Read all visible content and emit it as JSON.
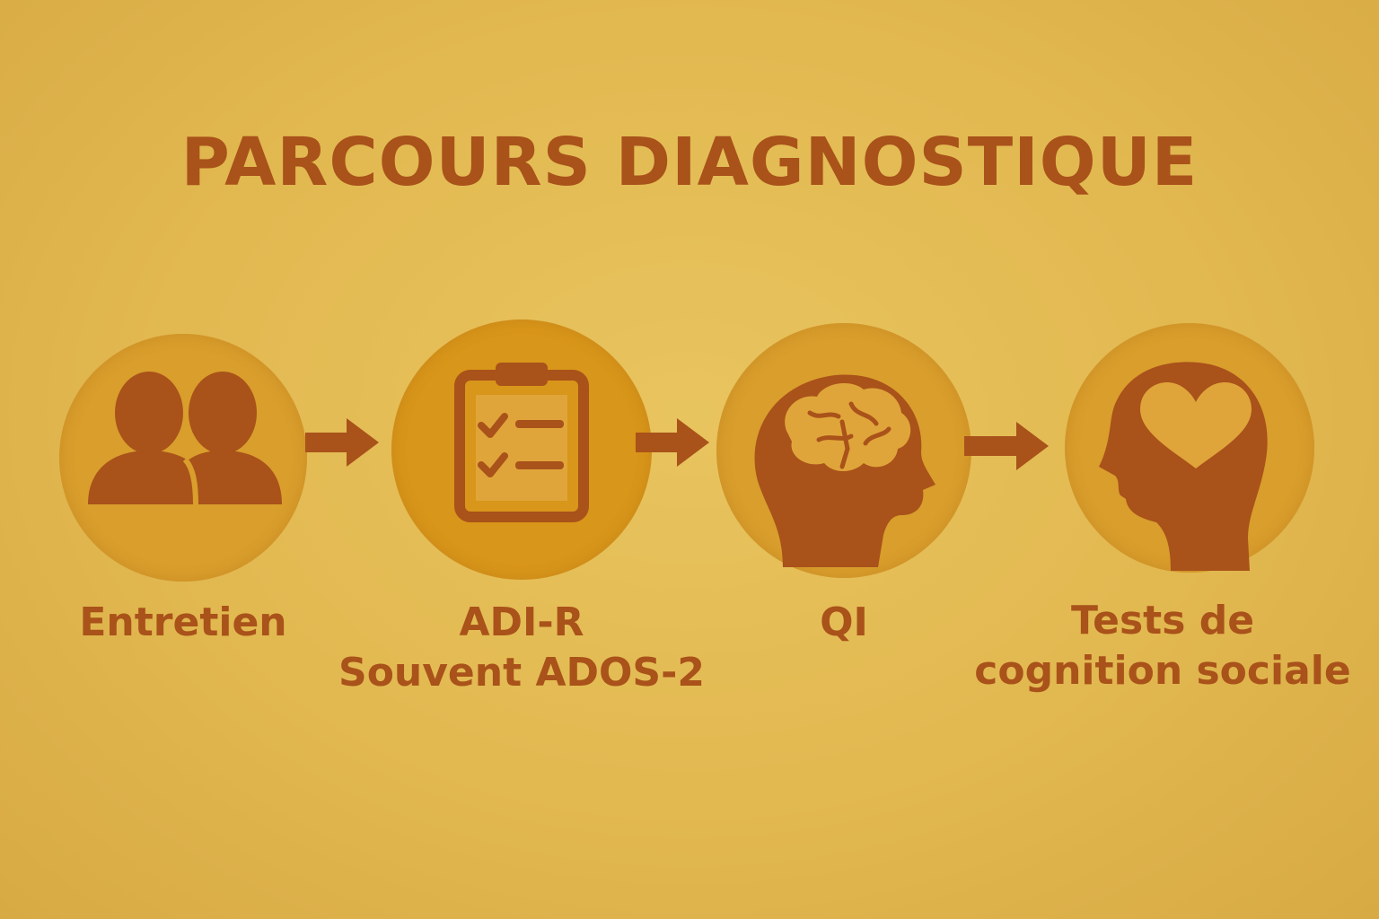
{
  "title": "PARCOURS DIAGNOSTIQUE",
  "colors": {
    "background": "#e2b850",
    "accent": "#a9521a",
    "circle": "#d99e2c"
  },
  "steps": [
    {
      "icon": "two-people-icon",
      "label": "Entretien"
    },
    {
      "icon": "clipboard-checklist-icon",
      "label_line1": "ADI-R",
      "label_line2": "Souvent ADOS-2"
    },
    {
      "icon": "head-brain-icon",
      "label": "QI"
    },
    {
      "icon": "head-heart-icon",
      "label_line1": "Tests de",
      "label_line2": "cognition sociale"
    }
  ]
}
